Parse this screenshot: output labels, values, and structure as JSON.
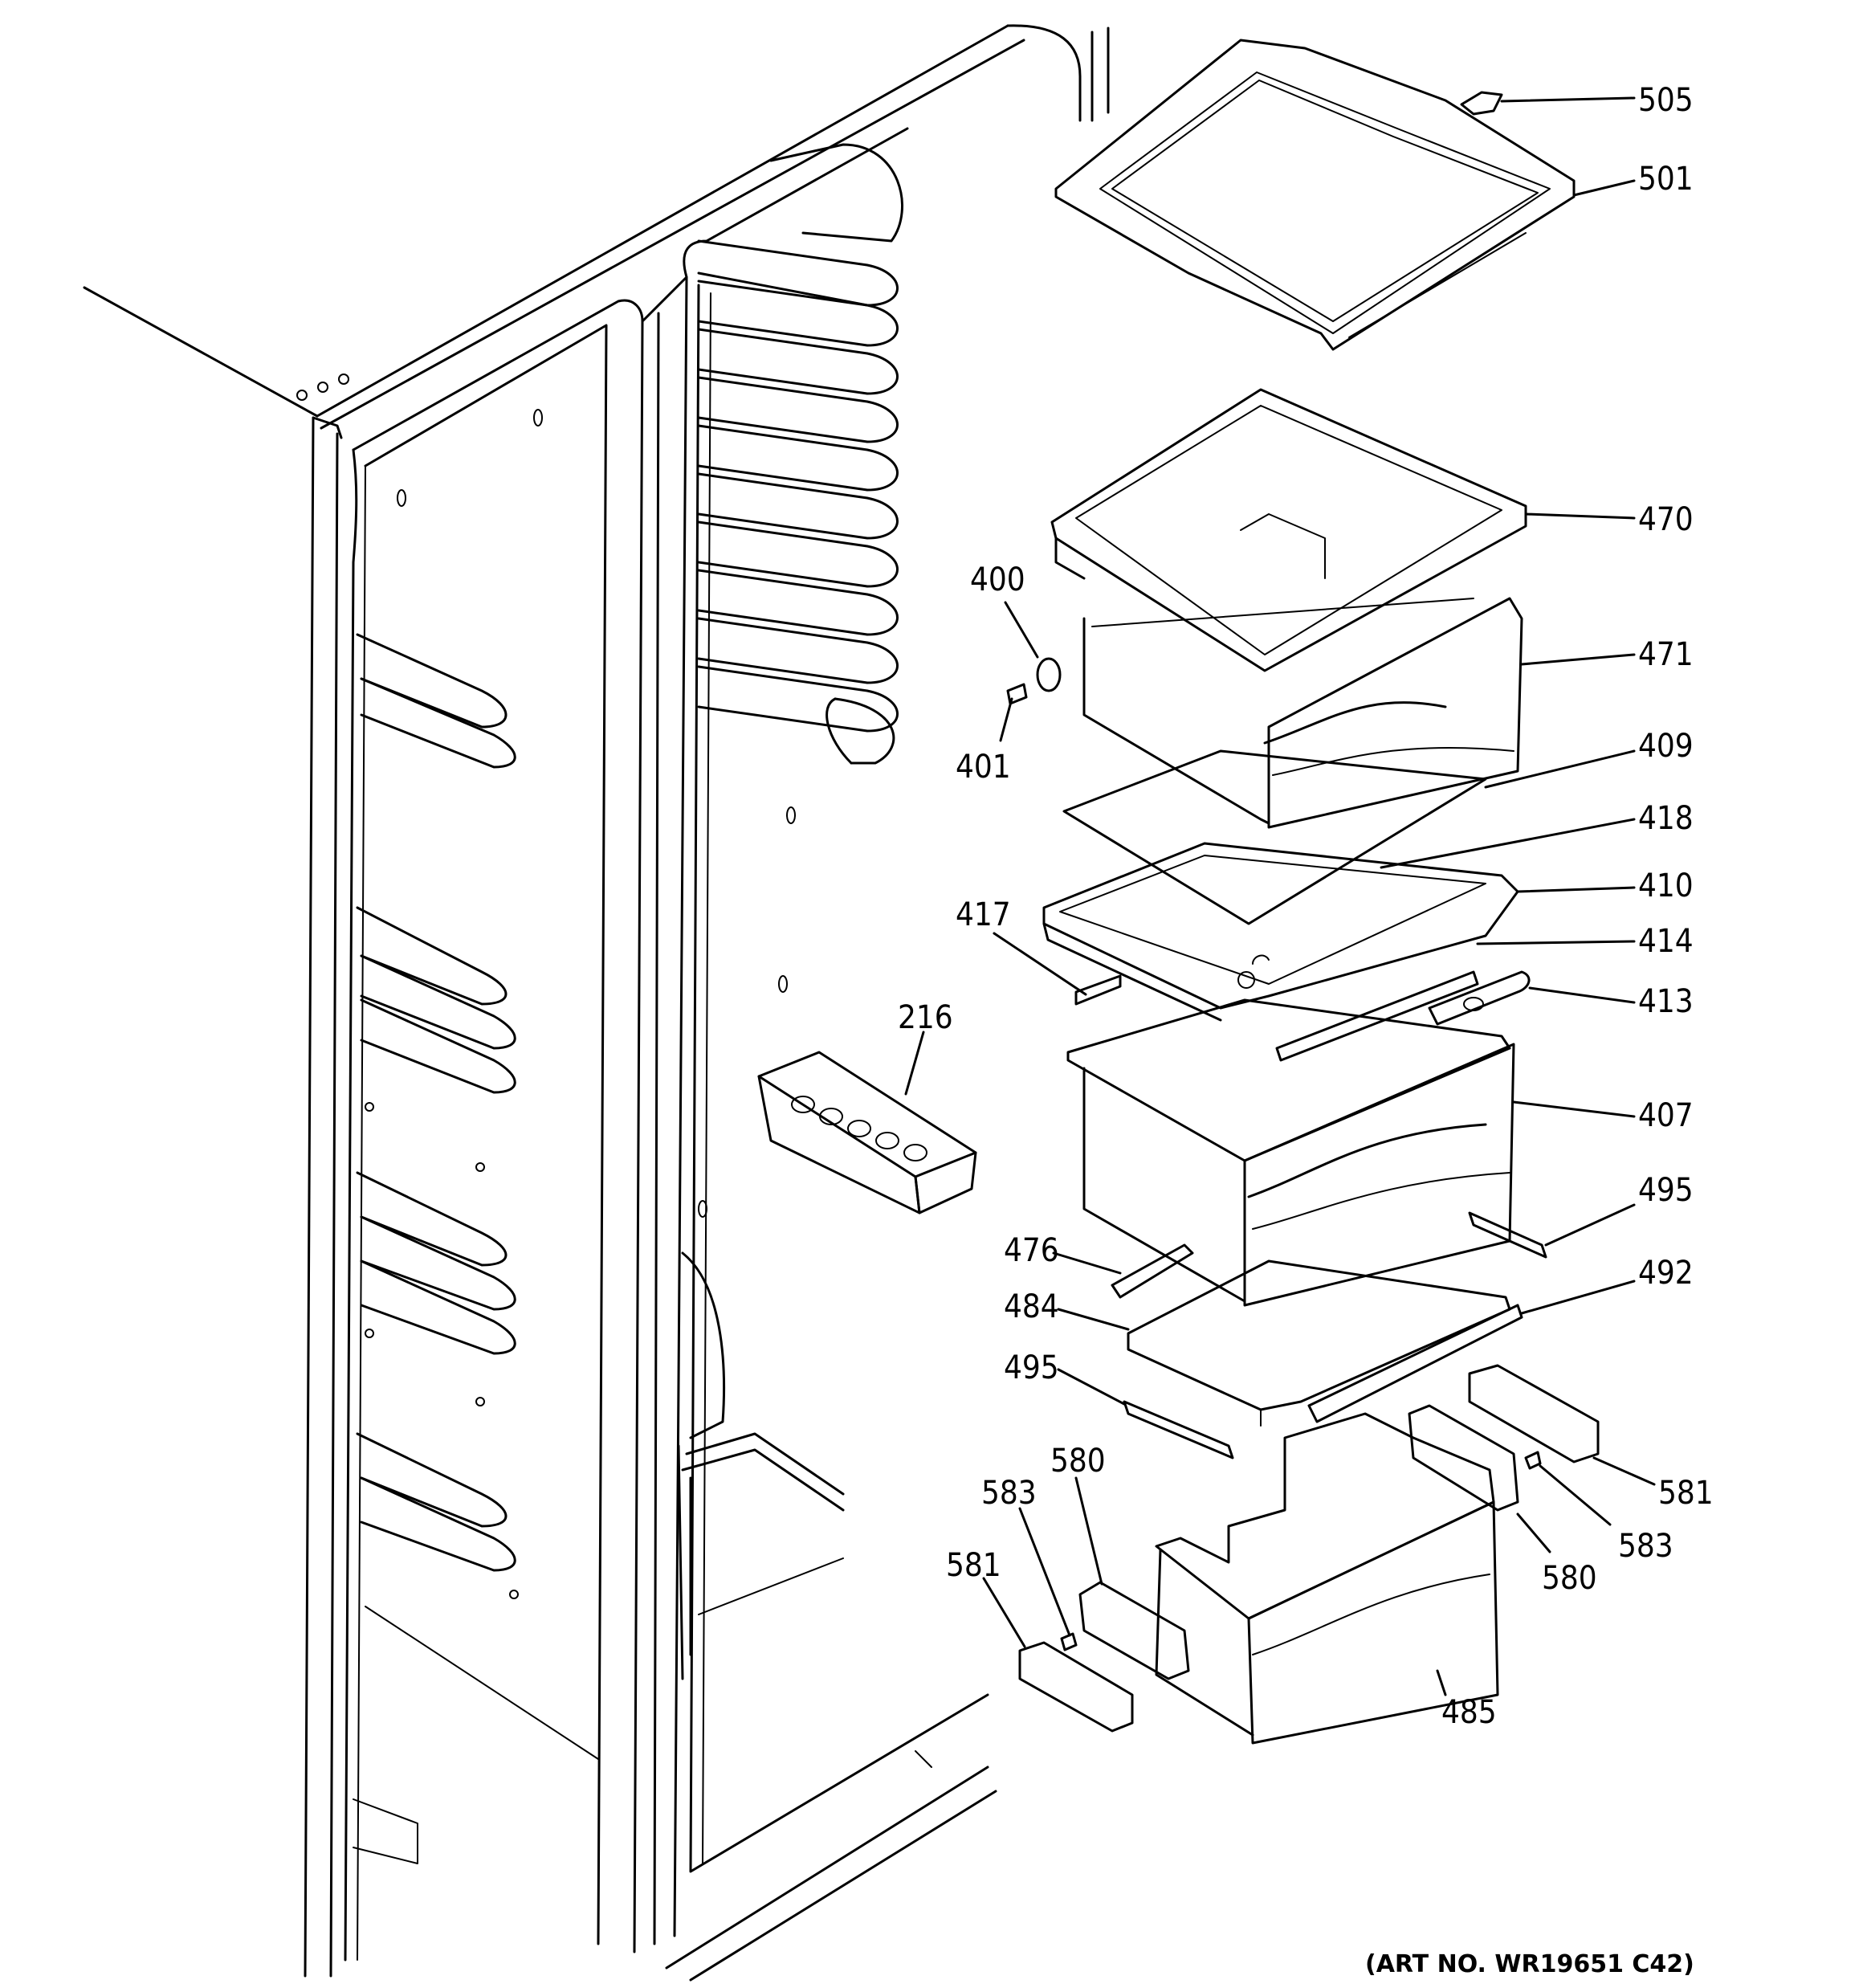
{
  "art_number": "(ART NO. WR19651 C42)",
  "callouts": [
    {
      "id": "505",
      "text": "505"
    },
    {
      "id": "501",
      "text": "501"
    },
    {
      "id": "470",
      "text": "470"
    },
    {
      "id": "471",
      "text": "471"
    },
    {
      "id": "400",
      "text": "400"
    },
    {
      "id": "401",
      "text": "401"
    },
    {
      "id": "409",
      "text": "409"
    },
    {
      "id": "418",
      "text": "418"
    },
    {
      "id": "410",
      "text": "410"
    },
    {
      "id": "417",
      "text": "417"
    },
    {
      "id": "414",
      "text": "414"
    },
    {
      "id": "413",
      "text": "413"
    },
    {
      "id": "216",
      "text": "216"
    },
    {
      "id": "407",
      "text": "407"
    },
    {
      "id": "495a",
      "text": "495"
    },
    {
      "id": "476",
      "text": "476"
    },
    {
      "id": "492",
      "text": "492"
    },
    {
      "id": "484",
      "text": "484"
    },
    {
      "id": "495b",
      "text": "495"
    },
    {
      "id": "580a",
      "text": "580"
    },
    {
      "id": "583a",
      "text": "583"
    },
    {
      "id": "581a",
      "text": "581"
    },
    {
      "id": "581b",
      "text": "581"
    },
    {
      "id": "583b",
      "text": "583"
    },
    {
      "id": "580b",
      "text": "580"
    },
    {
      "id": "485",
      "text": "485"
    }
  ]
}
